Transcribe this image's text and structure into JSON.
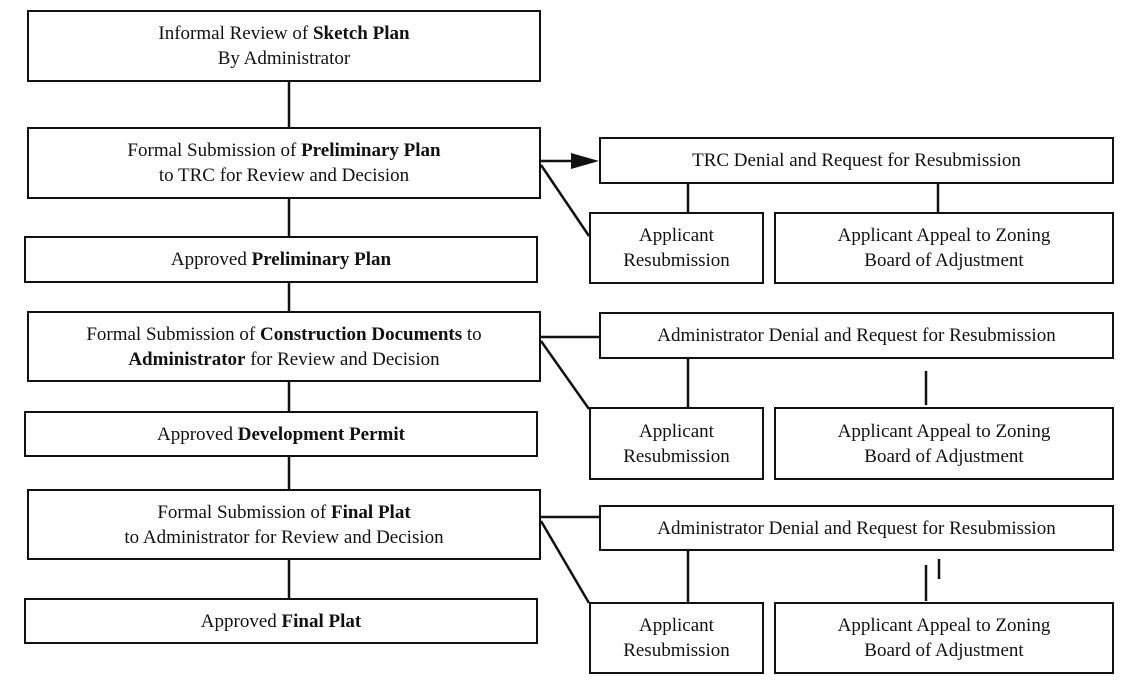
{
  "left_boxes": [
    {
      "line1": [
        {
          "t": "Informal Review of "
        },
        {
          "t": "Sketch Plan",
          "b": true
        }
      ],
      "line2": [
        {
          "t": "By Administrator"
        }
      ]
    },
    {
      "line1": [
        {
          "t": "Formal Submission of "
        },
        {
          "t": "Preliminary Plan",
          "b": true
        }
      ],
      "line2": [
        {
          "t": "to TRC for Review and Decision"
        }
      ]
    },
    {
      "line1": [
        {
          "t": "Approved "
        },
        {
          "t": "Preliminary Plan",
          "b": true
        }
      ],
      "line2": []
    },
    {
      "line1": [
        {
          "t": "Formal Submission of "
        },
        {
          "t": "Construction Documents",
          "b": true
        },
        {
          "t": " to"
        }
      ],
      "line2": [
        {
          "t": "Administrator",
          "b": true
        },
        {
          "t": " for Review and Decision"
        }
      ]
    },
    {
      "line1": [
        {
          "t": "Approved "
        },
        {
          "t": "Development Permit",
          "b": true
        }
      ],
      "line2": []
    },
    {
      "line1": [
        {
          "t": "Formal Submission of "
        },
        {
          "t": "Final Plat",
          "b": true
        }
      ],
      "line2": [
        {
          "t": "to Administrator for Review and Decision"
        }
      ]
    },
    {
      "line1": [
        {
          "t": "Approved "
        },
        {
          "t": "Final Plat",
          "b": true
        }
      ],
      "line2": []
    }
  ],
  "branches": [
    {
      "denial": "TRC Denial and Request for Resubmission",
      "resubmit": [
        "Applicant",
        "Resubmission"
      ],
      "appeal": [
        "Applicant Appeal to Zoning",
        "Board of Adjustment"
      ]
    },
    {
      "denial": "Administrator Denial and Request for Resubmission",
      "resubmit": [
        "Applicant",
        "Resubmission"
      ],
      "appeal": [
        "Applicant Appeal to Zoning",
        "Board of Adjustment"
      ]
    },
    {
      "denial": "Administrator Denial and Request for Resubmission",
      "resubmit": [
        "Applicant",
        "Resubmission"
      ],
      "appeal": [
        "Applicant Appeal to Zoning",
        "Board of Adjustment"
      ]
    }
  ]
}
